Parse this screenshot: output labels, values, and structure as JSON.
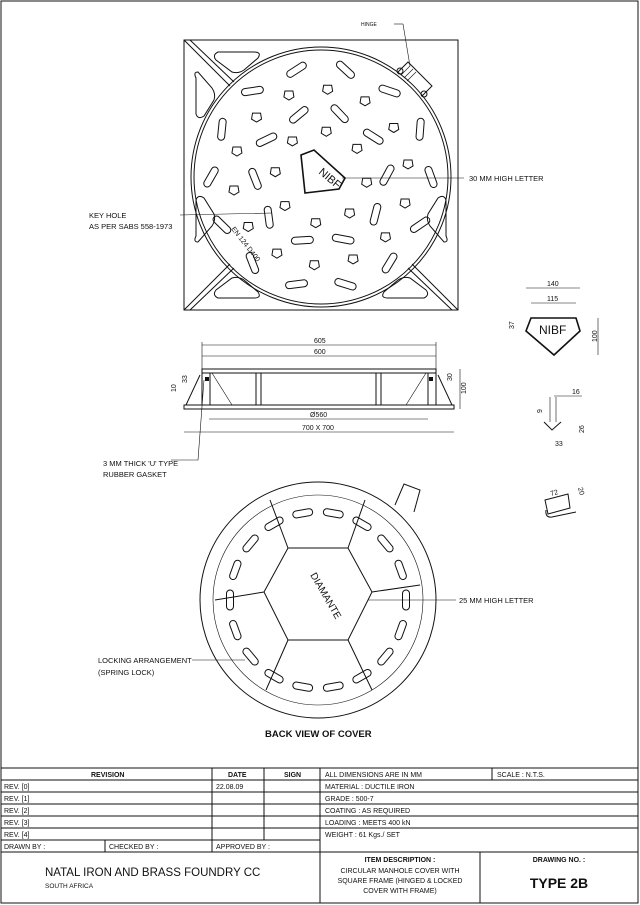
{
  "plan_view": {
    "hinge_label": "HINGE",
    "letter_label": "30 MM HIGH LETTER",
    "keyhole_label_1": "KEY HOLE",
    "keyhole_label_2": "AS PER SABS 558-1973",
    "logo_text": "NIBF",
    "standard_text": "EN 124 D400"
  },
  "section_view": {
    "dim_605": "605",
    "dim_600": "600",
    "dim_33": "33",
    "dim_10": "10",
    "dim_30": "30",
    "dim_100": "100",
    "dim_560": "Ø560",
    "dim_700": "700 X 700",
    "gasket_label_1": "3 MM THICK 'U' TYPE",
    "gasket_label_2": "RUBBER GASKET"
  },
  "logo_detail": {
    "dim_140": "140",
    "dim_115": "115",
    "dim_37": "37",
    "dim_100": "100",
    "text": "NIBF"
  },
  "groove_detail": {
    "dim_16": "16",
    "dim_9": "9",
    "dim_26": "26",
    "dim_33": "33"
  },
  "lug_detail": {
    "dim_72": "72",
    "dim_20": "20"
  },
  "back_view": {
    "letter_label": "25 MM HIGH LETTER",
    "lock_label_1": "LOCKING ARRANGEMENT",
    "lock_label_2": "(SPRING LOCK)",
    "brand_text": "DIAMANTE",
    "title": "BACK VIEW OF COVER"
  },
  "title_block": {
    "revision_header": "REVISION",
    "date_header": "DATE",
    "sign_header": "SIGN",
    "revisions": [
      {
        "label": "REV. [0]",
        "date": "22.08.09"
      },
      {
        "label": "REV. [1]",
        "date": ""
      },
      {
        "label": "REV. [2]",
        "date": ""
      },
      {
        "label": "REV. [3]",
        "date": ""
      },
      {
        "label": "REV. [4]",
        "date": ""
      }
    ],
    "notes": [
      "ALL DIMENSIONS ARE IN MM",
      "MATERIAL : DUCTILE IRON",
      "GRADE : 500-7",
      "COATING : AS REQUIRED",
      "LOADING : MEETS 400 kN",
      "WEIGHT : 61 Kgs./ SET"
    ],
    "scale": "SCALE : N.T.S.",
    "drawn_by": "DRAWN BY :",
    "checked_by": "CHECKED BY :",
    "approved_by": "APPROVED BY :",
    "company": "NATAL IRON AND BRASS FOUNDRY CC",
    "country": "SOUTH AFRICA",
    "item_desc_header": "ITEM DESCRIPTION :",
    "item_desc": [
      "CIRCULAR MANHOLE COVER WITH",
      "SQUARE FRAME (HINGED & LOCKED",
      "COVER WITH FRAME)"
    ],
    "drawing_no_header": "DRAWING NO. :",
    "drawing_no": "TYPE 2B"
  }
}
